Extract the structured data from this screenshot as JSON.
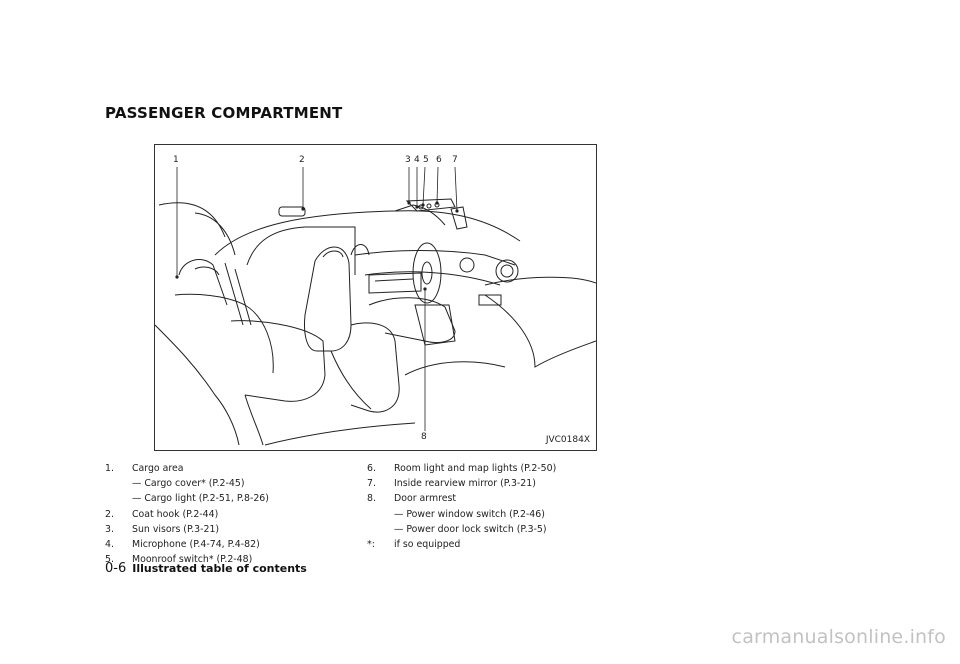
{
  "section_title": "PASSENGER COMPARTMENT",
  "figure": {
    "id": "JVC0184X",
    "callouts": [
      "1",
      "2",
      "3",
      "4",
      "5",
      "6",
      "7",
      "8"
    ]
  },
  "left_items": [
    {
      "num": "1.",
      "text": "Cargo area",
      "subs": [
        "— Cargo cover* (P.2-45)",
        "— Cargo light (P.2-51, P.8-26)"
      ]
    },
    {
      "num": "2.",
      "text": "Coat hook (P.2-44)",
      "subs": []
    },
    {
      "num": "3.",
      "text": "Sun visors (P.3-21)",
      "subs": []
    },
    {
      "num": "4.",
      "text": "Microphone (P.4-74, P.4-82)",
      "subs": []
    },
    {
      "num": "5.",
      "text": "Moonroof switch* (P.2-48)",
      "subs": []
    }
  ],
  "right_items": [
    {
      "num": "6.",
      "text": "Room light and map lights (P.2-50)",
      "subs": []
    },
    {
      "num": "7.",
      "text": "Inside rearview mirror (P.3-21)",
      "subs": []
    },
    {
      "num": "8.",
      "text": "Door armrest",
      "subs": [
        "— Power window switch (P.2-46)",
        "— Power door lock switch (P.3-5)"
      ]
    },
    {
      "num": "*:",
      "text": "if so equipped",
      "subs": []
    }
  ],
  "footer": {
    "page": "0-6",
    "title": "Illustrated table of contents"
  },
  "watermark": "carmanualsonline.info"
}
